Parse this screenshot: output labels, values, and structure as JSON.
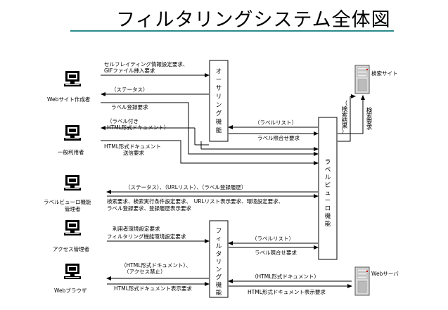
{
  "title": "フィルタリングシステム全体図",
  "actors": {
    "web_author": "Webサイト作成者",
    "general_user": "一般利用者",
    "label_admin_line1": "ラベルビューロ機能",
    "label_admin_line2": "管理者",
    "access_admin": "アクセス管理者",
    "web_browser": "Webブラウザ",
    "search_site": "検索サイト",
    "web_server": "Webサーバ"
  },
  "boxes": {
    "ocerring": [
      "オ",
      "ー",
      "サ",
      "リ",
      "ン",
      "グ",
      "機",
      "能"
    ],
    "label_bureau": [
      "ラ",
      "ベ",
      "ル",
      "ビ",
      "ュ",
      "ー",
      "ロ",
      "機",
      "能"
    ],
    "filtering": [
      "フ",
      "ィ",
      "ル",
      "タ",
      "リ",
      "ン",
      "グ",
      "機",
      "能"
    ]
  },
  "messages": {
    "self_rating_1": "セルフレイティング情報設定要求、",
    "self_rating_2": "GIFファイル挿入要求",
    "status_back": "（ステータス）",
    "label_register": "ラベル登録要求",
    "label_attached_1": "（ラベル付き",
    "label_attached_2": "HTML形式ドキュメント）",
    "html_send_1": "HTML形式ドキュメント",
    "html_send_2": "送信要求",
    "label_list_1": "（ラベルリスト）",
    "label_query_1": "ラベル照合せ要求",
    "search_result": "（検索結果）",
    "search_request": "検索要求",
    "bureau_status": "（ステータス）、（URLリスト）、（ラベル登録履歴）",
    "bureau_req_1": "検索要求、検索実行条件設定要求、　URLリスト表示要求、環境設定要求、",
    "bureau_req_2": "ラベル登録要求、登録履歴表示要求",
    "user_env_1": "利用者環境設定要求",
    "user_env_2": "フィルタリング機能環境設定要求",
    "label_list_2": "（ラベルリスト）",
    "label_query_2": "ラベル照合せ要求",
    "html_back_1": "（HTML形式ドキュメント）、",
    "html_back_2": "（アクセス禁止）",
    "html_display_req": "HTML形式ドキュメント表示要求",
    "server_html": "（HTML形式ドキュメント）",
    "server_display_req": "HTML形式ドキュメント表示要求"
  }
}
